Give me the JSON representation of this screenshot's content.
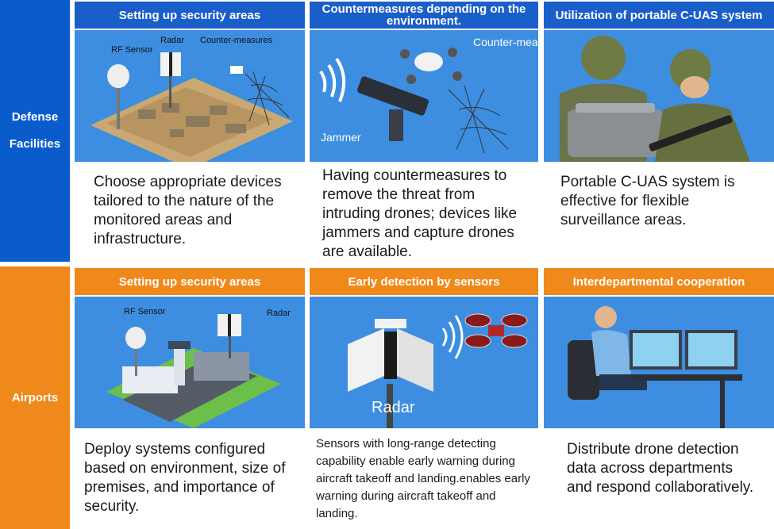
{
  "rows": [
    {
      "label_lines": [
        "Defense",
        "Facilities"
      ],
      "color": "#0a5ccc",
      "panels": [
        {
          "title": "Setting up security areas",
          "image_labels": {
            "rf_sensor": "RF Sensor",
            "radar": "Radar",
            "countermeasures": "Counter-measures"
          },
          "text": "Choose appropriate devices tailored to the nature of the monitored areas and infrastructure."
        },
        {
          "title": "Countermeasures depending on the environment.",
          "image_labels": {
            "countermeasures": "Counter-measures",
            "jammer": "Jammer"
          },
          "text": "Having countermeasures to remove the threat from intruding drones; devices like jammers and capture drones are available."
        },
        {
          "title": "Utilization of portable C-UAS system",
          "text": "Portable C-UAS system is effective for flexible surveillance areas."
        }
      ]
    },
    {
      "label_lines": [
        "Airports"
      ],
      "color": "#f0891c",
      "panels": [
        {
          "title": "Setting up security areas",
          "image_labels": {
            "rf_sensor": "RF Sensor",
            "radar": "Radar"
          },
          "text": "Deploy systems configured based on environment, size of premises, and importance of security."
        },
        {
          "title": "Early detection by sensors",
          "image_labels": {
            "radar": "Radar"
          },
          "text": "Sensors with long-range detecting capability enable early warning during aircraft takeoff and landing.enables early warning during aircraft takeoff and landing."
        },
        {
          "title": "Interdepartmental cooperation",
          "text": "Distribute drone detection data across departments and respond collaboratively."
        }
      ]
    }
  ]
}
